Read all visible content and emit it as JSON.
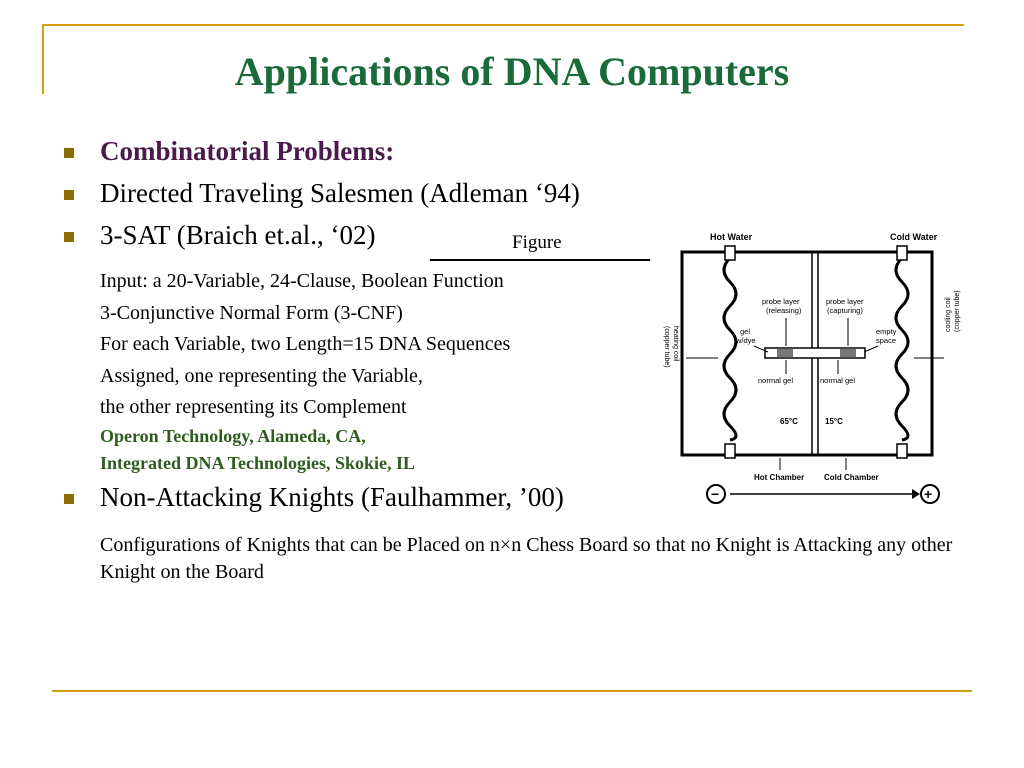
{
  "title": "Applications of DNA Computers",
  "bullets": {
    "b1": "Combinatorial Problems:",
    "b2": "Directed Traveling Salesmen (Adleman ‘94)",
    "b3": "3-SAT (Braich et.al., ‘02)",
    "b4": "Non-Attacking Knights (Faulhammer, ’00)"
  },
  "sat_details": [
    "Input: a 20-Variable, 24-Clause, Boolean Function",
    "3-Conjunctive Normal Form (3-CNF)",
    "For each Variable, two Length=15 DNA Sequences",
    "Assigned, one representing the Variable,",
    "the other representing its Complement"
  ],
  "companies": [
    "Operon Technology, Alameda, CA,",
    "Integrated DNA Technologies, Skokie, IL"
  ],
  "figure_label": "Figure",
  "knights_detail": "Configurations of Knights that can be Placed on n×n Chess Board so that no Knight is Attacking any other Knight on the Board",
  "diagram": {
    "hot_water": "Hot Water",
    "cold_water": "Cold Water",
    "probe_releasing_1": "probe layer",
    "probe_releasing_2": "(releasing)",
    "probe_capturing_1": "probe layer",
    "probe_capturing_2": "(capturing)",
    "gel_wdye_1": "gel",
    "gel_wdye_2": "w/dye",
    "empty_space_1": "empty",
    "empty_space_2": "space",
    "heating_coil_1": "heating coil",
    "heating_coil_2": "(copper tube)",
    "cooling_coil_1": "cooling coil",
    "cooling_coil_2": "(copper tube)",
    "normal_gel_left": "normal gel",
    "normal_gel_right": "normal gel",
    "temp_hot": "65°C",
    "temp_cold": "15°C",
    "hot_chamber": "Hot Chamber",
    "cold_chamber": "Cold Chamber",
    "minus": "−",
    "plus": "+"
  },
  "colors": {
    "title": "#1a6b3a",
    "accent_rule": "#d4a017",
    "bullet": "#8a6d00",
    "heading_bullet": "#4a1a4a",
    "company_text": "#2e5c1e"
  }
}
